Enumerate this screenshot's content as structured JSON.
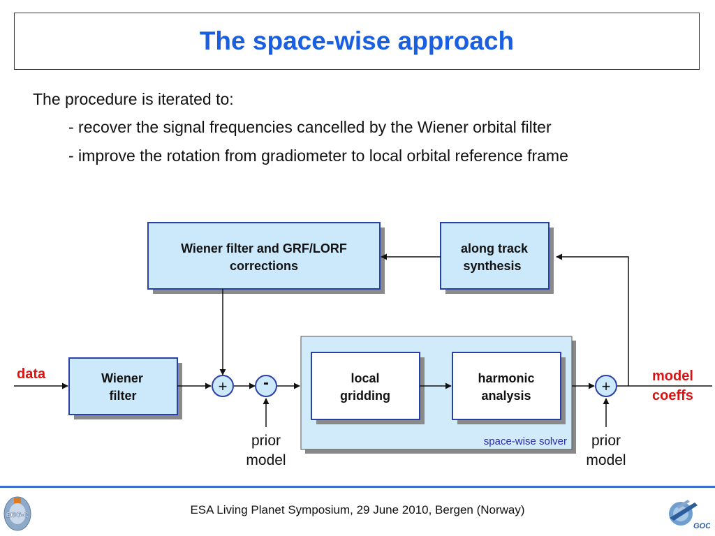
{
  "title": "The space-wise approach",
  "intro": "The procedure is iterated to:",
  "bullets": [
    "- recover the signal frequencies cancelled by the Wiener orbital filter",
    "- improve the rotation from gradiometer to local orbital reference frame"
  ],
  "diagram": {
    "input_label": "data",
    "output_label_1": "model",
    "output_label_2": "coeffs",
    "wiener_grf_1": "Wiener filter and GRF/LORF",
    "wiener_grf_2": "corrections",
    "along_track_1": "along track",
    "along_track_2": "synthesis",
    "wiener_1": "Wiener",
    "wiener_2": "filter",
    "local_1": "local",
    "local_2": "gridding",
    "harmonic_1": "harmonic",
    "harmonic_2": "analysis",
    "solver_label": "space-wise solver",
    "plus_1": "+",
    "minus": "-",
    "plus_2": "+",
    "prior_1a": "prior",
    "prior_1b": "model",
    "prior_2a": "prior",
    "prior_2b": "model"
  },
  "footer": "ESA Living Planet Symposium, 29 June 2010, Bergen (Norway)",
  "logo_left": "EGG-C",
  "logo_right": "GOCE",
  "colors": {
    "title": "#1a5fe0",
    "box_fill": "#cce8fb",
    "box_border": "#2b3fa8",
    "red_label": "#dd1111",
    "footer_line": "#3a6fd8"
  }
}
